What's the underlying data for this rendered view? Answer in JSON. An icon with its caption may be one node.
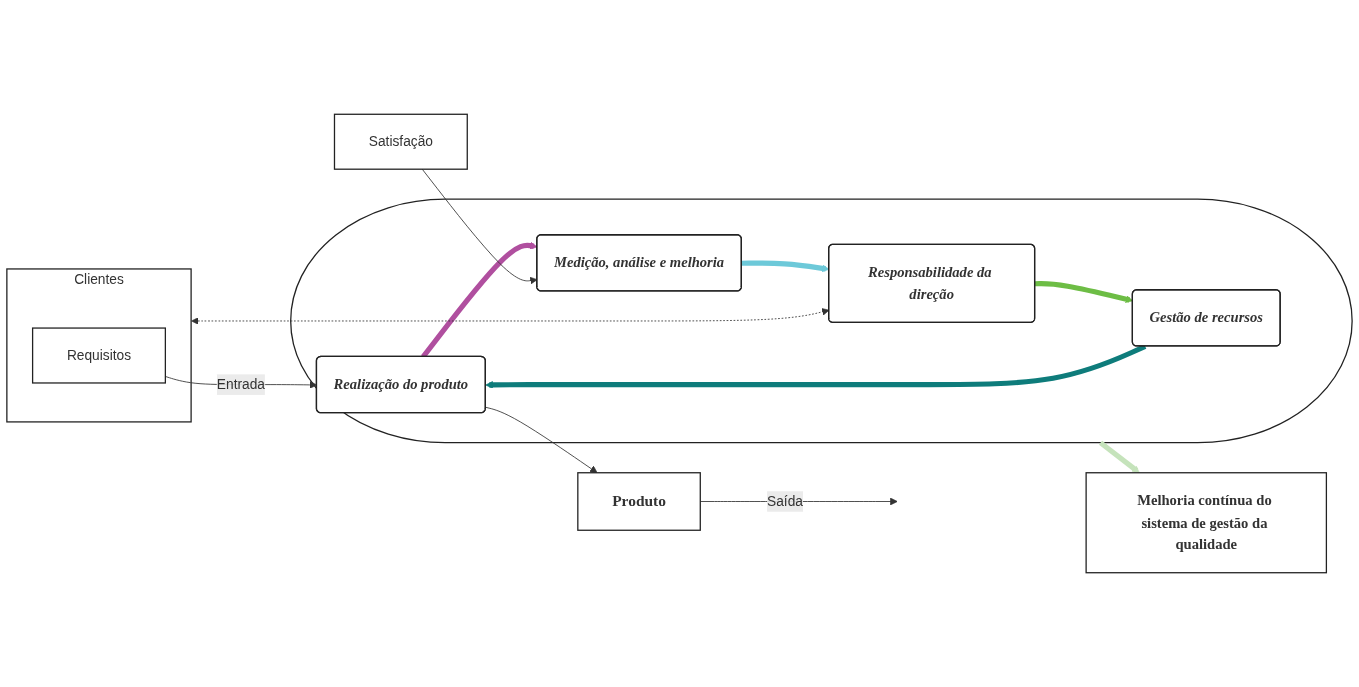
{
  "diagram": {
    "nodes": [
      {
        "text": [
          "Melhoria contínua do sistema de gestão da qualidade"
        ]
      },
      {
        "text": [
          "Clientes"
        ]
      },
      {
        "text": [
          "Requisitos"
        ],
        "in": 1
      },
      {
        "text": [],
        "shape": "ellipse"
      },
      {
        "text": [
          "Responsabilidade da direção"
        ],
        "in": 3
      },
      {
        "text": [
          "Gestão de recursos"
        ],
        "in": 3
      },
      {
        "text": [
          "Medição, análise e melhoria"
        ],
        "in": 3
      },
      {
        "text": [
          "Realização do produto"
        ],
        "in": 3
      },
      {
        "text": [
          "Produto"
        ]
      },
      {
        "text": [
          "Satisfação"
        ]
      }
    ],
    "edges": [
      {
        "from": 1,
        "to": 4,
        "arrow": "both",
        "style": "dashed"
      },
      {
        "from": 4,
        "to": 5,
        "arrow": "to",
        "style": "thick",
        "color": "#6dbd45"
      },
      {
        "from": 5,
        "to": 7,
        "arrow": "to",
        "style": "thick",
        "color": "#0e7c7b"
      },
      {
        "from": 7,
        "to": 6,
        "arrow": "to",
        "style": "thick",
        "color": "#b04f9f"
      },
      {
        "from": 6,
        "to": 4,
        "arrow": "to",
        "style": "thick",
        "color": "#6dc9d9"
      },
      {
        "from": 3,
        "to": 0,
        "arrow": "to",
        "style": "thick",
        "color": "#c5e3bb"
      },
      {
        "from": 2,
        "to": 7,
        "arrow": "to",
        "label": "Entrada"
      },
      {
        "from": 7,
        "to": 8,
        "arrow": "to"
      },
      {
        "from": 8,
        "to": null,
        "arrow": "to",
        "label": "Saída"
      },
      {
        "from": 9,
        "to": 6,
        "arrow": "to"
      }
    ]
  }
}
